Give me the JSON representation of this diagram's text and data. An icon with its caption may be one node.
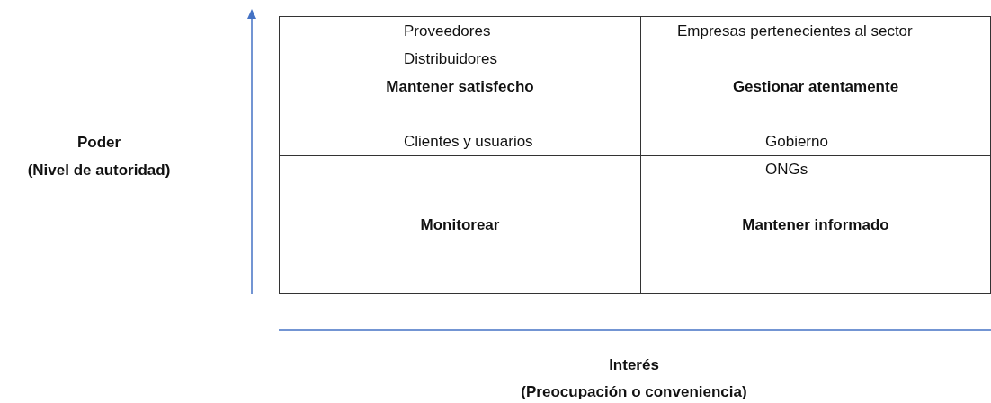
{
  "diagram": {
    "nodes": [
      {
        "text": [
          "Proveedores",
          "Distribuidores",
          "Mantener satisfecho",
          "Clientes y usuarios"
        ]
      },
      {
        "text": [
          "Empresas pertenecientes al sector",
          "Gestionar atentamente",
          "Gobierno"
        ]
      },
      {
        "text": [
          "Monitorear"
        ]
      },
      {
        "text": [
          "ONGs",
          "Mantener informado"
        ]
      }
    ],
    "labels": [
      "Poder",
      "(Nivel de autoridad)",
      "Interés",
      "(Preocupación o conveniencia)"
    ]
  }
}
